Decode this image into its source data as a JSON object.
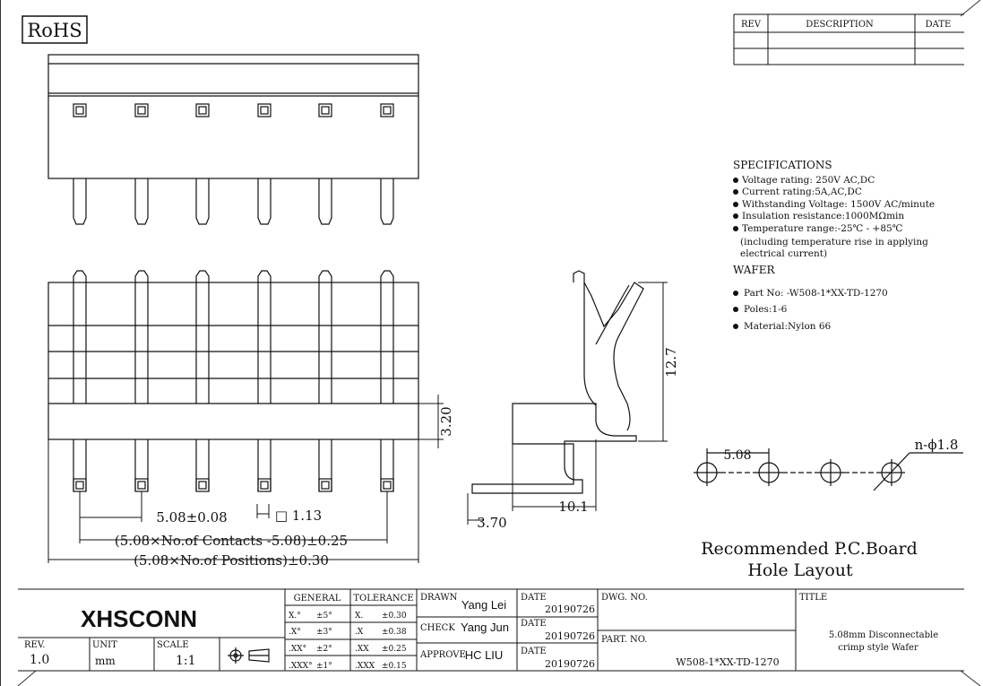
{
  "rohs_label": "RoHS",
  "revision_table": {
    "headers": [
      "REV",
      "DESCRIPTION",
      "DATE"
    ]
  },
  "specifications": {
    "title": "SPECIFICATIONS",
    "items": [
      "Voltage rating: 250V AC,DC",
      "Current rating:5A,AC,DC",
      "Withstanding Voltage: 1500V AC/minute",
      "Insulation resistance:1000MΩmin",
      "Temperature range:-25℃ - +85℃"
    ],
    "note_line1": "(including temperature rise in applying",
    "note_line2": "electrical current)"
  },
  "wafer": {
    "title": "WAFER",
    "items": [
      "Part No:   -W508-1*XX-TD-1270",
      "Poles:1-6",
      "Material:Nylon 66"
    ]
  },
  "dimensions": {
    "height_3_20": "3.20",
    "height_12_7": "12.7",
    "pitch_5_08": "5.08",
    "hole_dia": "n-ϕ1.8",
    "pitch_tol": "5.08±0.08",
    "pin_size": "□ 1.13",
    "contacts_formula": "(5.08×No.of Contacts  -5.08)±0.25",
    "positions_formula": "(5.08×No.of Positions)±0.30",
    "tail_3_70": "3.70",
    "depth_10_1": "10.1"
  },
  "hole_layout": {
    "title_line1": "Recommended P.C.Board",
    "title_line2": "Hole Layout"
  },
  "title_block": {
    "company": "XHSCONN",
    "rev_label": "REV.",
    "rev_value": "1.0",
    "unit_label": "UNIT",
    "unit_value": "mm",
    "scale_label": "SCALE",
    "scale_value": "1:1",
    "general_label": "GENERAL",
    "tolerance_label": "TOLERANCE",
    "tolerance_rows": [
      [
        "X.°",
        "±5°",
        "X.",
        "±0.30"
      ],
      [
        ".X°",
        "±3°",
        ".X",
        "±0.38"
      ],
      [
        ".XX°",
        "±2°",
        ".XX",
        "±0.25"
      ],
      [
        ".XXX°",
        "±1°",
        ".XXX",
        "±0.15"
      ]
    ],
    "drawn_label": "DRAWN",
    "drawn_by": "Yang Lei",
    "check_label": "CHECK",
    "check_by": "Yang Jun",
    "approve_label": "APPROVE",
    "approve_by": "HC LIU",
    "date_label": "DATE",
    "dates": [
      "20190726",
      "20190726",
      "20190726"
    ],
    "dwg_no_label": "DWG. NO.",
    "part_no_label": "PART. NO.",
    "part_no_value": "W508-1*XX-TD-1270",
    "title_label": "TITLE",
    "title_line1": "5.08mm Disconnectable",
    "title_line2": "crimp style Wafer"
  }
}
